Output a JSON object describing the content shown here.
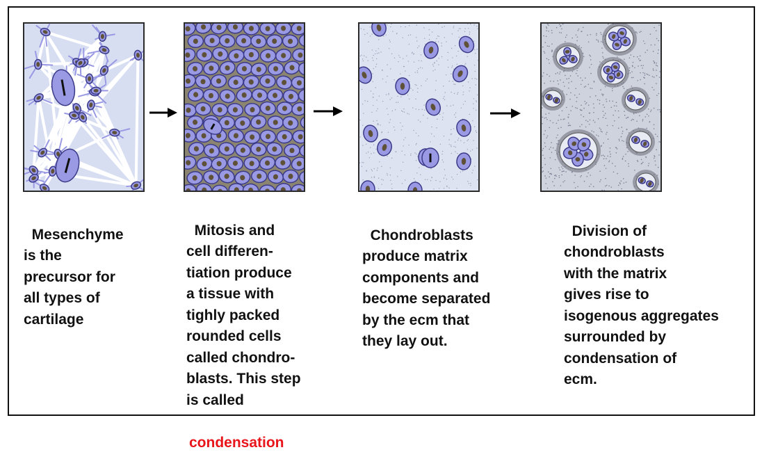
{
  "colors": {
    "cell_fill": "#9a9ae4",
    "cell_stroke": "#3a3a88",
    "nucleus": "#5e5138",
    "matrix_light": "#dde3f0",
    "matrix_gray": "#c2c6d2",
    "highlight": "#e8161b"
  },
  "arrows": [
    "arrow-right-icon",
    "arrow-right-icon",
    "arrow-right-icon"
  ],
  "stages": [
    {
      "id": "mesenchyme",
      "caption": "Mesenchyme\nis the\nprecursor for\nall types of\ncartilage",
      "highlight": ""
    },
    {
      "id": "condensation",
      "caption": "Mitosis and\ncell differen-\ntiation produce\na tissue with\ntighly packed\nrounded cells\ncalled chondro-\nblasts. This step\nis called",
      "highlight": "condensation"
    },
    {
      "id": "chondroblasts",
      "caption": "Chondroblasts\nproduce matrix\ncomponents and\nbecome separated\nby the ecm that\nthey lay out.",
      "highlight": ""
    },
    {
      "id": "isogenous",
      "caption": "Division of\nchondroblasts\nwith the matrix\ngives rise to\nisogenous aggregates\nsurrounded by\ncondensation of\necm.",
      "highlight": ""
    }
  ]
}
